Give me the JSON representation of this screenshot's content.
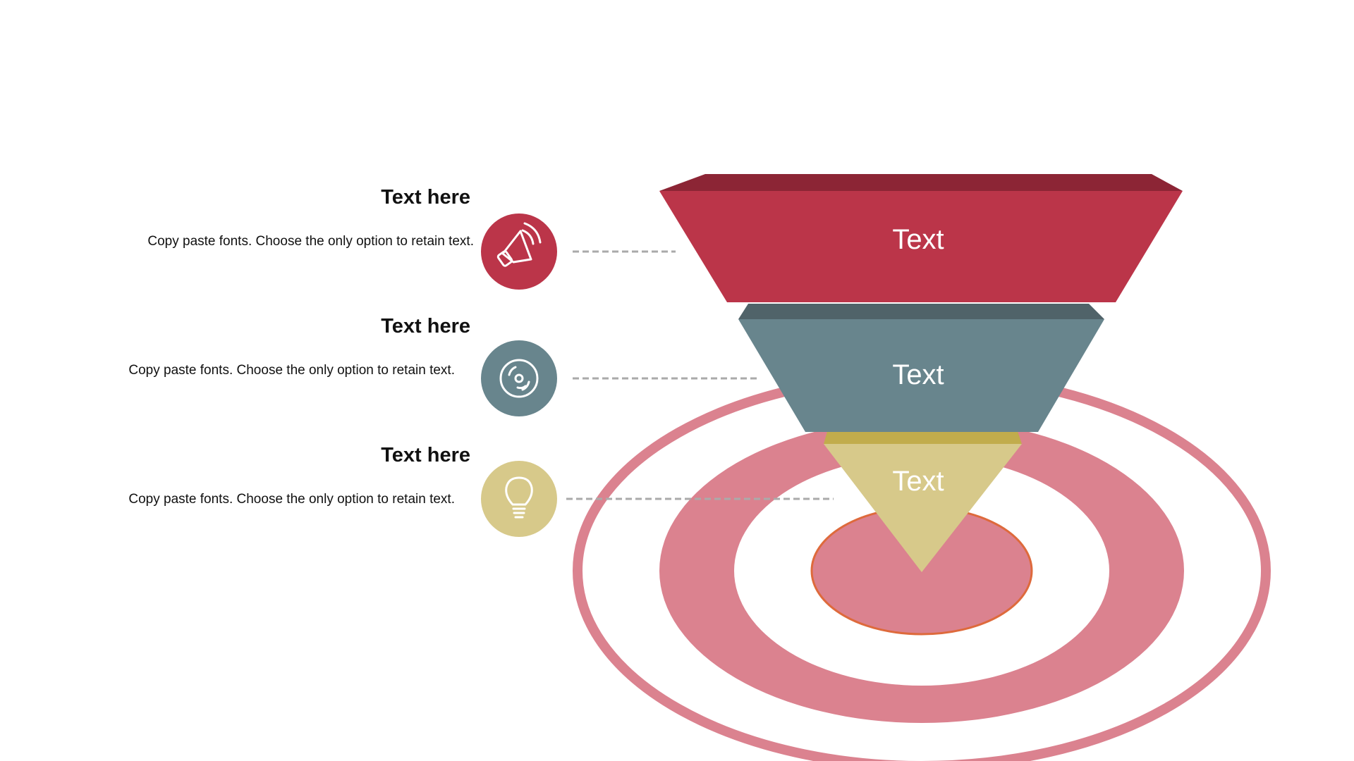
{
  "items": [
    {
      "heading": "Text here",
      "description": "Copy paste fonts. Choose the only option to retain text.",
      "icon": "speaker-icon",
      "color": "#BB3549"
    },
    {
      "heading": "Text here",
      "description": "Copy paste fonts. Choose the only option to retain text.",
      "icon": "disc-icon",
      "color": "#68858D"
    },
    {
      "heading": "Text here",
      "description": "Copy paste fonts. Choose the only option to retain text.",
      "icon": "lightbulb-icon",
      "color": "#D7C98A"
    }
  ],
  "funnel": {
    "levels": [
      {
        "label": "Text",
        "color": "#BB3549",
        "top_color": "#8C2535"
      },
      {
        "label": "Text",
        "color": "#68858D",
        "top_color": "#506369"
      },
      {
        "label": "Text",
        "color": "#D7C98A",
        "top_color": "#C1AC4C"
      }
    ]
  },
  "target": {
    "ring_color": "#DB828F",
    "bullseye_border": "#DE6A3C"
  },
  "connector_color": "#AAAAAA"
}
